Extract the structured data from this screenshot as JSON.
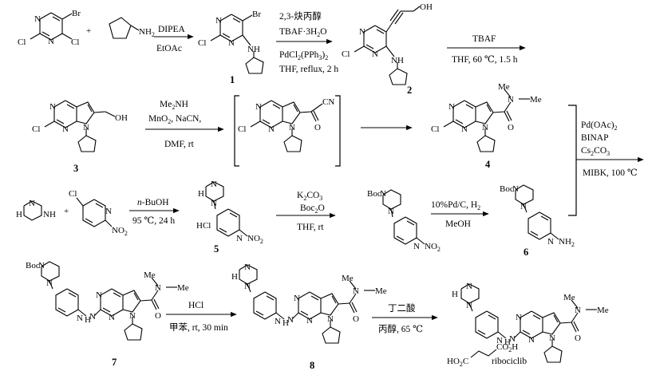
{
  "atoms": {
    "br": "Br",
    "cl": "Cl",
    "n": "N",
    "nh": "NH",
    "nh2": "NH",
    "oh": "OH",
    "me": "Me",
    "o": "O",
    "cn": "CN",
    "boc": "Boc",
    "h": "H",
    "ho": "HO",
    "no2": "NO",
    "two": "2"
  },
  "step1": {
    "reagent": "DIPEA",
    "solvent": "EtOAc"
  },
  "step2": {
    "reagent1": "2,3-炔丙醇",
    "reagent2": "TBAF·3H",
    "reagent2_sub": "2",
    "reagent2_tail": "O",
    "catalyst": "PdCl",
    "catalyst_sub1": "2",
    "catalyst_mid": "(PPh",
    "catalyst_sub2": "3",
    "catalyst_tail": ")",
    "catalyst_sub3": "2",
    "conditions": "THF, reflux, 2 h"
  },
  "step3": {
    "reagent": "TBAF",
    "conditions": "THF, 60 ℃, 1.5 h"
  },
  "step4": {
    "reagent1": "Me",
    "reagent1_sub": "2",
    "reagent1_tail": "NH",
    "reagent2": "MnO",
    "reagent2_sub": "2",
    "reagent2_tail": ",  NaCN,",
    "conditions": "DMF, rt"
  },
  "step5": {
    "cat1": "Pd(OAc)",
    "cat1_sub": "2",
    "cat2": "BINAP",
    "cat3": "Cs",
    "cat3_sub1": "2",
    "cat3_mid": "CO",
    "cat3_sub2": "3",
    "conditions": "MIBK, 100 ℃"
  },
  "step6": {
    "reagent": "n",
    "reagent_tail": "-BuOH",
    "conditions": "95 ℃, 24 h",
    "salt": "HCl"
  },
  "step7": {
    "reagent1": "K",
    "reagent1_sub1": "2",
    "reagent1_mid": "CO",
    "reagent1_sub2": "3",
    "reagent2": "Boc",
    "reagent2_sub": "2",
    "reagent2_tail": "O",
    "conditions": "THF, rt"
  },
  "step8": {
    "reagent": "10%Pd/C, H",
    "reagent_sub": "2",
    "conditions": "MeOH"
  },
  "step9": {
    "reagent": "HCl",
    "conditions": "甲苯, rt, 30 min"
  },
  "step10": {
    "reagent": "丁二酸",
    "conditions": "丙醇, 65 ℃"
  },
  "compounds": {
    "c1": "1",
    "c2": "2",
    "c3": "3",
    "c4": "4",
    "c5": "5",
    "c6": "6",
    "c7": "7",
    "c8": "8",
    "final": "ribociclib"
  },
  "plus": "+"
}
